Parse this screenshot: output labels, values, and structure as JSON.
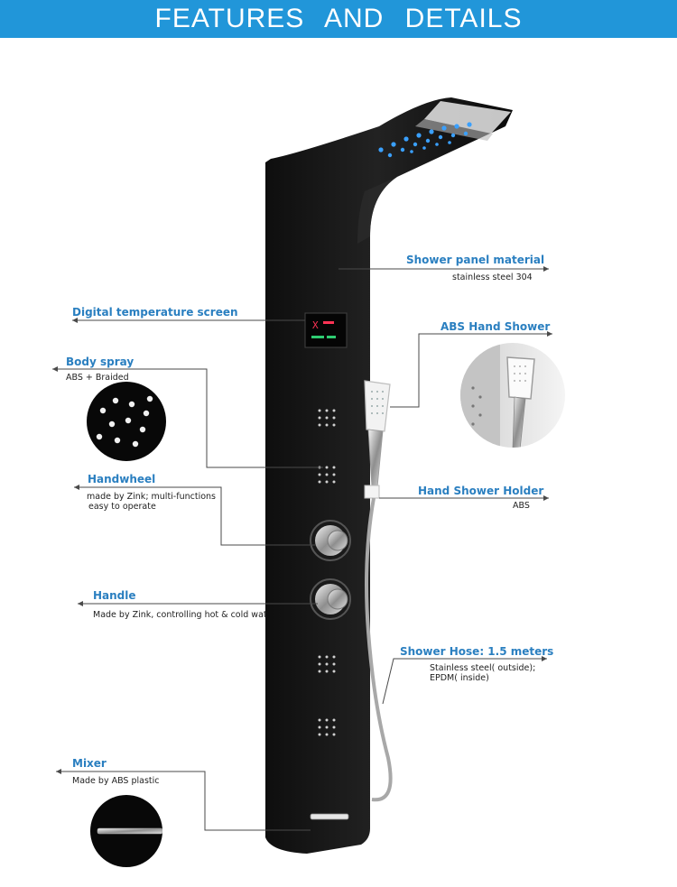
{
  "banner": {
    "title": "FEATURES AND DETAILS"
  },
  "callouts": {
    "shower_panel_material": {
      "label": "Shower panel material",
      "detail": "stainless steel 304"
    },
    "digital_temperature_screen": {
      "label": "Digital temperature screen"
    },
    "abs_hand_shower": {
      "label": "ABS Hand Shower"
    },
    "body_spray": {
      "label": "Body spray",
      "detail": "ABS + Braided"
    },
    "handwheel": {
      "label": "Handwheel",
      "detail_line1": "made by Zink;  multi-functions",
      "detail_line2": "easy to operate"
    },
    "hand_shower_holder": {
      "label": "Hand Shower Holder",
      "detail": "ABS"
    },
    "handle": {
      "label": "Handle",
      "detail": "Made by Zink, controlling hot & cold water"
    },
    "shower_hose": {
      "label": "Shower Hose: 1.5 meters",
      "detail_line1": "Stainless steel( outside);",
      "detail_line2": "EPDM( inside)"
    },
    "mixer": {
      "label": "Mixer",
      "detail": "Made by ABS plastic"
    }
  },
  "colors": {
    "banner": "#2196d9",
    "label": "#2a7fc0",
    "panel": "#161616",
    "led": "#3aa0ff",
    "line": "#4a4a4a"
  }
}
